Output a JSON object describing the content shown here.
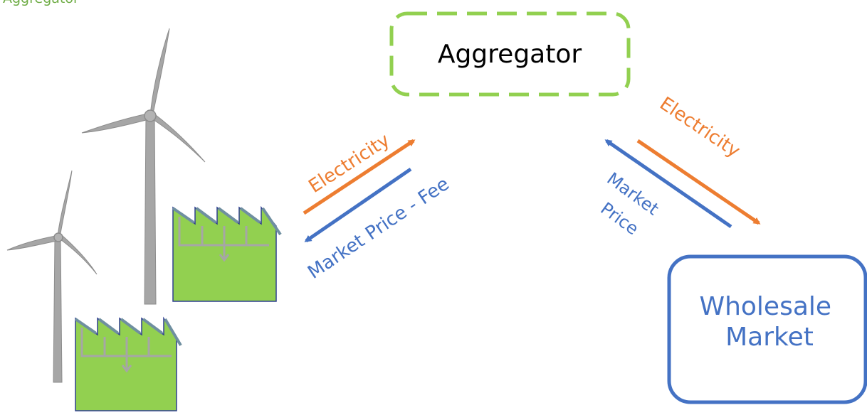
{
  "title": "Aggregator",
  "nodes": {
    "aggregator": {
      "label": "Aggregator"
    },
    "market": {
      "lines": [
        "Wholesale",
        "Market"
      ]
    }
  },
  "flows": {
    "left_top": {
      "label": "Electricity"
    },
    "left_bottom": {
      "label": "Market Price - Fee"
    },
    "right_top": {
      "label": "Electricity"
    },
    "right_bottom": {
      "lines": [
        "Market",
        "Price"
      ]
    }
  },
  "colors": {
    "electricity": "#ed7d31",
    "price": "#4472c4",
    "aggregator_border": "#92d050",
    "title": "#70ad47",
    "market_border": "#4472c4",
    "market_text": "#4472c4",
    "turbine": "#a6a6a6",
    "factory": "#92d050"
  }
}
